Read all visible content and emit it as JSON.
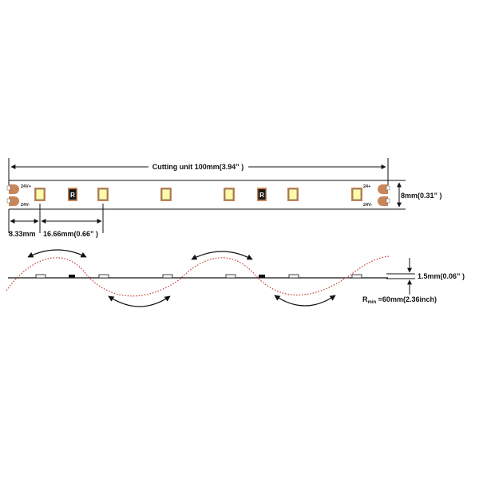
{
  "colors": {
    "line": "#111111",
    "pad": "#c8865a",
    "led_face": "#fff9a8",
    "wave": "#c0392b",
    "resistor": "#1a1a1a"
  },
  "dimensions": {
    "cutting_unit": "Cutting unit 100mm(3.94” )",
    "width": "8mm(0.31” )",
    "end_offset": "8.33mm",
    "led_pitch": "16.66mm(0.66” )",
    "thickness": "1.5mm(0.06” )"
  },
  "strip": {
    "left_top": "24V+",
    "left_bottom": "24V-",
    "right_top": "24+",
    "right_bottom": "24V-",
    "resistor_label": "R"
  },
  "bend_radius": {
    "symbol": "R",
    "subscript": "min",
    "value": " =60mm(2.36inch)"
  }
}
